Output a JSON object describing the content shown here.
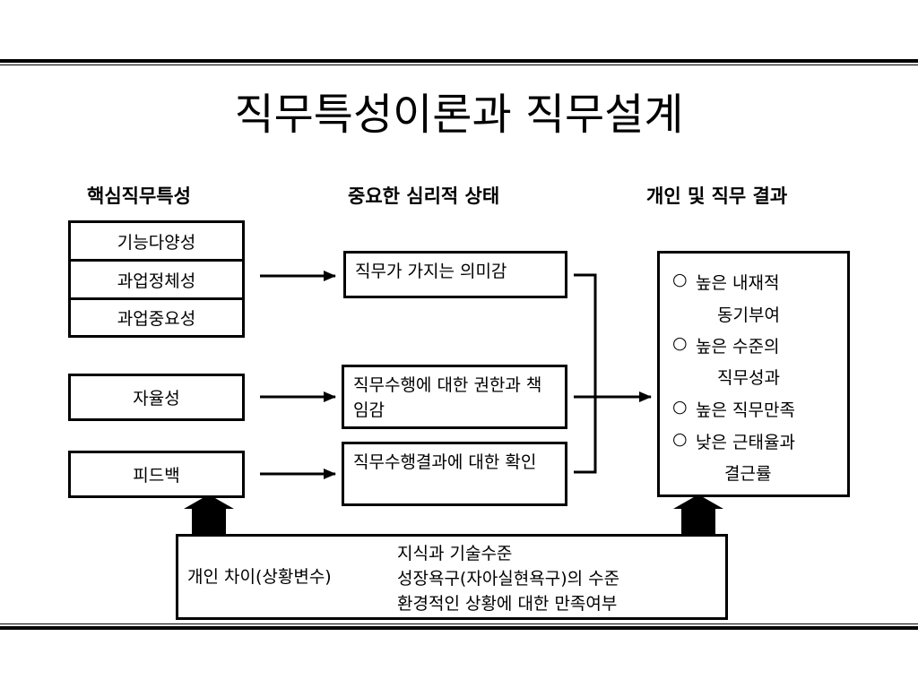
{
  "title": "직무특성이론과 직무설계",
  "headers": {
    "core": "핵심직무특성",
    "psych": "중요한 심리적 상태",
    "outcomes": "개인 및 직무 결과"
  },
  "core_characteristics": [
    "기능다양성",
    "과업정체성",
    "과업중요성",
    "자율성",
    "피드백"
  ],
  "psych_states": [
    "직무가 가지는 의미감",
    "직무수행에 대한 권한과 책임감",
    "직무수행결과에 대한 확인"
  ],
  "outcomes": [
    {
      "bullet": "○",
      "line1": "높은 내재적",
      "line2": "동기부여"
    },
    {
      "bullet": "○",
      "line1": "높은 수준의",
      "line2": "직무성과"
    },
    {
      "bullet": "○",
      "line1": "높은 직무만족",
      "line2": ""
    },
    {
      "bullet": "○",
      "line1": "낮은 근태율과",
      "line2": "결근률"
    }
  ],
  "individual_differences": {
    "label": "개인 차이(상황변수)",
    "items": [
      "지식과 기술수준",
      "성장욕구(자아실현욕구)의 수준",
      "환경적인 상황에 대한 만족여부"
    ]
  }
}
